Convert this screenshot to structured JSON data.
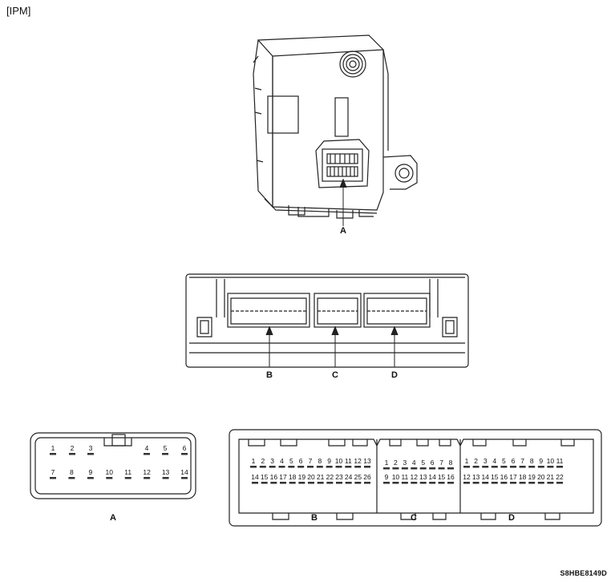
{
  "title": "[IPM]",
  "labels": {
    "module_connector": "A",
    "front_b": "B",
    "front_c": "C",
    "front_d": "D",
    "conn_a": "A",
    "conn_b": "B",
    "conn_c": "C",
    "conn_d": "D"
  },
  "connector_a": {
    "row1": [
      "1",
      "2",
      "3",
      "4",
      "5",
      "6"
    ],
    "row2": [
      "7",
      "8",
      "9",
      "10",
      "11",
      "12",
      "13",
      "14"
    ]
  },
  "connector_b": {
    "row1": [
      "1",
      "2",
      "3",
      "4",
      "5",
      "6",
      "7",
      "8",
      "9",
      "10",
      "11",
      "12",
      "13"
    ],
    "row2": [
      "14",
      "15",
      "16",
      "17",
      "18",
      "19",
      "20",
      "21",
      "22",
      "23",
      "24",
      "25",
      "26"
    ]
  },
  "connector_c": {
    "row1": [
      "1",
      "2",
      "3",
      "4",
      "5",
      "6",
      "7",
      "8"
    ],
    "row2": [
      "9",
      "10",
      "11",
      "12",
      "13",
      "14",
      "15",
      "16"
    ]
  },
  "connector_d": {
    "row1": [
      "1",
      "2",
      "3",
      "4",
      "5",
      "6",
      "7",
      "8",
      "9",
      "10",
      "11"
    ],
    "row2": [
      "12",
      "13",
      "14",
      "15",
      "16",
      "17",
      "18",
      "19",
      "20",
      "21",
      "22"
    ]
  },
  "figure_code": "S8HBE8149D"
}
